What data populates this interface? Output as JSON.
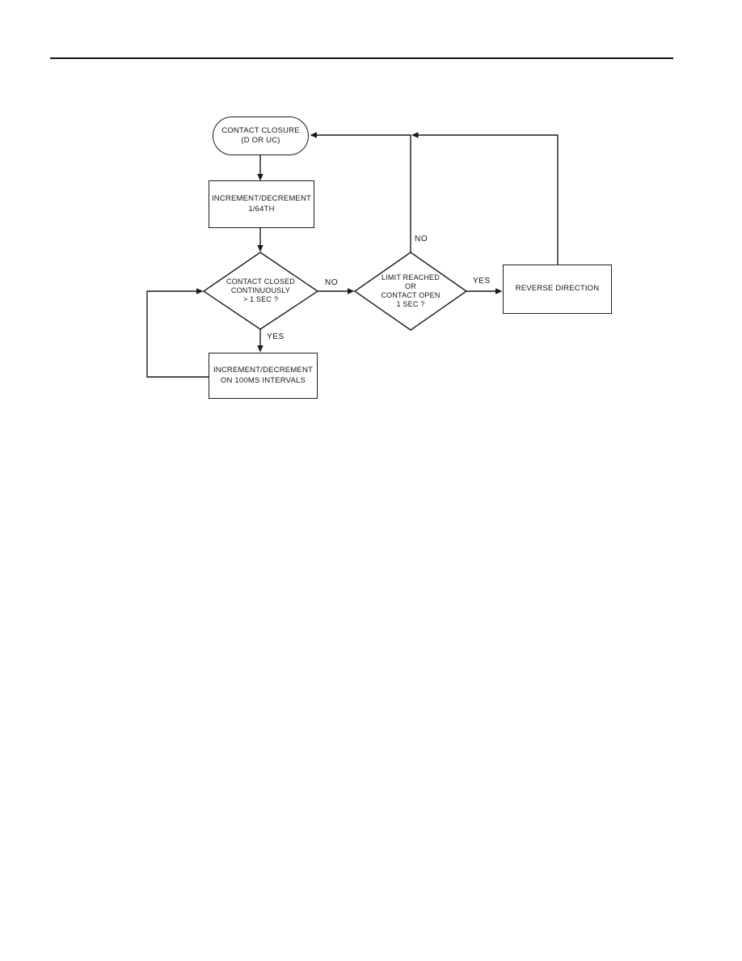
{
  "page": {
    "background_color": "#ffffff",
    "rule_color": "#151515"
  },
  "flowchart": {
    "line_color": "#1a1a1a",
    "nodes": {
      "contact_closure": {
        "shape": "terminator",
        "lines": [
          "CONTACT CLOSURE",
          "(D OR UC)"
        ]
      },
      "increment_1_64th": {
        "shape": "process",
        "lines": [
          "INCREMENT/DECREMENT",
          "1/64TH"
        ]
      },
      "contact_closed_decision": {
        "shape": "decision",
        "lines": [
          "CONTACT CLOSED",
          "CONTINUOUSLY",
          "> 1 SEC ?"
        ]
      },
      "limit_reached_decision": {
        "shape": "decision",
        "lines": [
          "LIMIT REACHED",
          "OR",
          "CONTACT OPEN",
          "1 SEC ?"
        ]
      },
      "reverse_direction": {
        "shape": "process",
        "lines": [
          "REVERSE DIRECTION"
        ]
      },
      "increment_100ms": {
        "shape": "process",
        "lines": [
          "INCREMENT/DECREMENT",
          "ON 100MS INTERVALS"
        ]
      }
    },
    "edge_labels": {
      "contact_closed_no": "NO",
      "contact_closed_yes": "YES",
      "limit_reached_no": "NO",
      "limit_reached_yes": "YES"
    }
  }
}
